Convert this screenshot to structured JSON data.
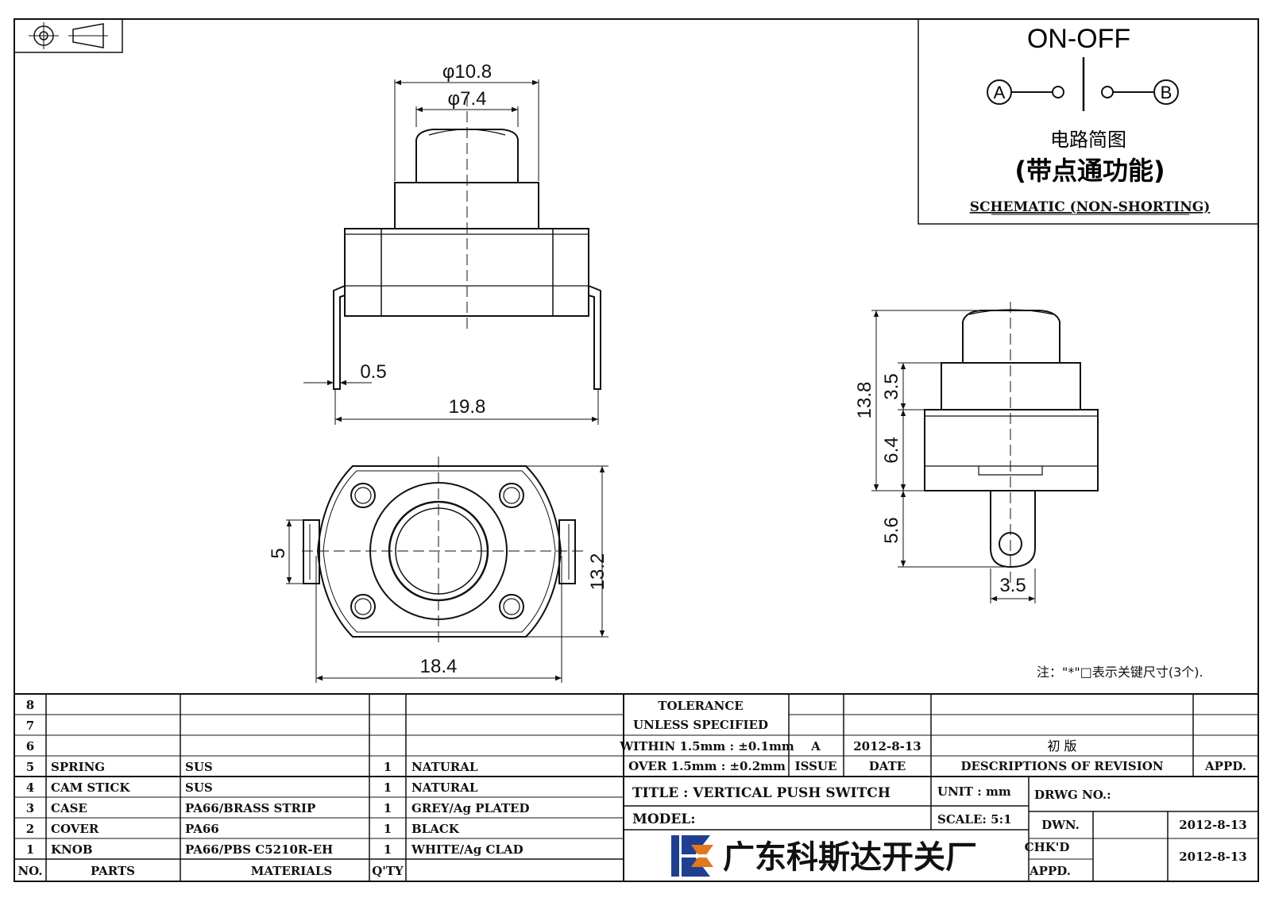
{
  "schematic": {
    "title": "ON-OFF",
    "terminal_a": "A",
    "terminal_b": "B",
    "cn_label_1": "电路简图",
    "cn_label_2": "(带点通功能)",
    "caption": "SCHEMATIC (NON-SHORTING)"
  },
  "dimensions": {
    "knob_outer_dia": "φ10.8",
    "knob_inner_dia": "φ7.4",
    "pin_thickness": "0.5",
    "front_width": "19.8",
    "bottom_width": "18.4",
    "bottom_height": "13.2",
    "tab_width": "5",
    "side_total_height": "13.8",
    "side_top_height": "3.5",
    "side_body_height": "6.4",
    "side_pin_length": "5.6",
    "side_pin_width": "3.5"
  },
  "note": "注：\"*\"□表示关键尺寸(3个).",
  "bom": {
    "rows": [
      {
        "no": "8",
        "part": "",
        "material": "",
        "qty": "",
        "finish": ""
      },
      {
        "no": "7",
        "part": "",
        "material": "",
        "qty": "",
        "finish": ""
      },
      {
        "no": "6",
        "part": "",
        "material": "",
        "qty": "",
        "finish": ""
      },
      {
        "no": "5",
        "part": "SPRING",
        "material": "SUS",
        "qty": "1",
        "finish": "NATURAL"
      },
      {
        "no": "4",
        "part": "CAM STICK",
        "material": "SUS",
        "qty": "1",
        "finish": "NATURAL"
      },
      {
        "no": "3",
        "part": "CASE",
        "material": "PA66/BRASS STRIP",
        "qty": "1",
        "finish": "GREY/Ag PLATED"
      },
      {
        "no": "2",
        "part": "COVER",
        "material": "PA66",
        "qty": "1",
        "finish": "BLACK"
      },
      {
        "no": "1",
        "part": "KNOB",
        "material": "PA66/PBS C5210R-EH",
        "qty": "1",
        "finish": "WHITE/Ag CLAD"
      }
    ],
    "header": {
      "no": "NO.",
      "part": "PARTS",
      "material": "MATERIALS",
      "qty": "Q'TY"
    }
  },
  "tolerance": {
    "line1": "TOLERANCE",
    "line2": "UNLESS SPECIFIED",
    "line3": "WITHIN 1.5mm : ±0.1mm",
    "line4": "OVER 1.5mm : ±0.2mm"
  },
  "revision": {
    "issue": "A",
    "date": "2012-8-13",
    "description": "初 版",
    "issue_label": "ISSUE",
    "date_label": "DATE",
    "desc_label": "DESCRIPTIONS OF REVISION",
    "appd_label": "APPD."
  },
  "title_block": {
    "title": "TITLE : VERTICAL PUSH SWITCH",
    "unit": "UNIT : mm",
    "drwg_no": "DRWG NO.:",
    "model": "MODEL:",
    "scale": "SCALE: 5:1",
    "dwn_label": "DWN.",
    "dwn_date": "2012-8-13",
    "chkd_label": "CHK'D",
    "chkd_date": "2012-8-13",
    "appd_label": "APPD.",
    "company": "广东科斯达开关厂"
  },
  "colors": {
    "line": "#111111",
    "logo_blue": "#1f3f8f",
    "logo_orange": "#e07820"
  }
}
